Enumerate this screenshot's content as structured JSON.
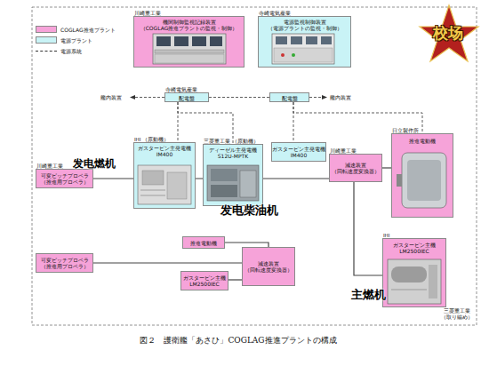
{
  "diagram": {
    "caption": "図２　護衛艦「あさひ」COGLAG推進プラントの構成",
    "nodes": [
      {
        "text": [
          "川崎重工業",
          "機関制御監視記録装置",
          "（COGLAG推進プラントの監視・制御）"
        ]
      },
      {
        "text": [
          "寺崎電気産業",
          "電源監視制御装置",
          "（電源プラントの監視・制御）"
        ]
      },
      {
        "text": [
          "寺崎電気産業",
          "配電盤"
        ]
      },
      {
        "text": [
          "配電盤"
        ]
      },
      {
        "text": [
          "IHI （原動機）",
          "ガスタービン主発電機",
          "IM400"
        ]
      },
      {
        "text": [
          "三菱重工業 （原動機）",
          "ディーゼル主発電機",
          "S12U-MPTK"
        ]
      },
      {
        "text": [
          "ガスタービン主発電機",
          "IM400"
        ]
      },
      {
        "text": [
          "川崎重工業",
          "可変ピッチプロペラ",
          "（推進用プロペラ）"
        ]
      },
      {
        "text": [
          "川崎重工業",
          "減速装置",
          "（回転速度変換器）"
        ]
      },
      {
        "text": [
          "日立製作所",
          "推進電動機"
        ]
      },
      {
        "text": [
          "IHI",
          "ガスタービン主機",
          "LM2500IEC"
        ]
      },
      {
        "text": [
          "可変ピッチプロペラ",
          "（推進用プロペラ）"
        ]
      },
      {
        "text": [
          "推進電動機"
        ]
      },
      {
        "text": [
          "減速装置",
          "（回転速度変換器）"
        ]
      },
      {
        "text": [
          "ガスタービン主機",
          "LM2500IEC"
        ]
      }
    ],
    "edges": [
      {
        "from": 2,
        "to": 3,
        "arrow": "none"
      },
      {
        "from": 2,
        "to": 4,
        "arrow": "none"
      },
      {
        "from": 2,
        "to": 5,
        "arrow": "none"
      },
      {
        "from": 3,
        "to": 6,
        "arrow": "none"
      },
      {
        "from": 3,
        "to": 9,
        "arrow": "none"
      },
      {
        "from": 7,
        "to": 8,
        "arrow": "none"
      },
      {
        "from": 8,
        "to": 9,
        "arrow": "none"
      },
      {
        "from": 8,
        "to": 10,
        "arrow": "none"
      },
      {
        "from": 11,
        "to": 13,
        "arrow": "none"
      },
      {
        "from": 12,
        "to": 13,
        "arrow": "none"
      },
      {
        "from": 14,
        "to": 13,
        "arrow": "none"
      }
    ],
    "labels": [
      "艦内装置",
      "艦内装置",
      "三菱重工業 （取り纏め）",
      "发电燃机",
      "发电柴油机",
      "主燃机",
      "校场"
    ],
    "legend": [
      {
        "text": "COGLAG推進プラント",
        "color": "#f6a3d9"
      },
      {
        "text": "電源プラント",
        "color": "#c9f3f6"
      },
      {
        "text": "電源系統"
      }
    ]
  }
}
